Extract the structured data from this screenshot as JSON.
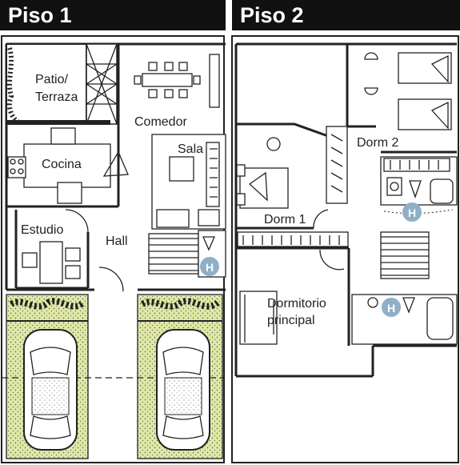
{
  "floors": [
    {
      "title": "Piso 1",
      "rooms": {
        "patio_line1": "Patio/",
        "patio_line2": "Terraza",
        "comedor": "Comedor",
        "cocina": "Cocina",
        "sala": "Sala",
        "estudio": "Estudio",
        "hall": "Hall"
      },
      "bath_marker": "H"
    },
    {
      "title": "Piso 2",
      "rooms": {
        "dorm2": "Dorm 2",
        "dorm1": "Dorm 1",
        "principal_line1": "Dormitorio",
        "principal_line2": "principal"
      },
      "bath_marker_upper": "H",
      "bath_marker_lower": "H"
    }
  ],
  "colors": {
    "header_bg": "#111111",
    "header_text": "#ffffff",
    "garage_fill": "#dfe7a6",
    "bath_marker": "#8fb0c6",
    "wall": "#222222"
  }
}
